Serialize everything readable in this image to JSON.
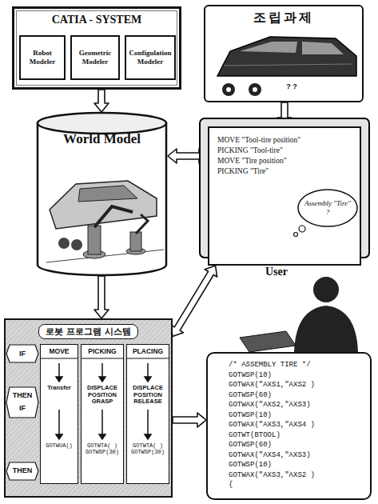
{
  "diagram": {
    "nodes": [
      {
        "text": [
          "CATIA - SYSTEM"
        ]
      },
      {
        "text": [
          "Robot Modeler"
        ],
        "in": 0
      },
      {
        "text": [
          "Geometric Modeler"
        ],
        "in": 0
      },
      {
        "text": [
          "Configulation Modeler"
        ],
        "in": 0
      },
      {
        "text": [
          "조립과제"
        ]
      },
      {
        "text": [
          "World Model"
        ]
      },
      {
        "text": [
          "MOVE \"Tool-tire position\"",
          "PICKING \"Tool-tire\"",
          "MOVE \"Tire position\"",
          "PICKING \"Tire\"",
          "User"
        ]
      },
      {
        "text": [
          "Assembly \"Tire\" ?"
        ],
        "in": 6
      },
      {
        "text": [
          "로봇 프로그램 시스템"
        ]
      },
      {
        "text": [
          "MOVE",
          "Transfer",
          "GOTWUA()"
        ],
        "in": 8
      },
      {
        "text": [
          "PICKING",
          "DISPLACE POSITION GRASP",
          "GOTWTA( ) GOTWSP(30)"
        ],
        "in": 8
      },
      {
        "text": [
          "PLACING",
          "DISPLACE POSITION RELEASE",
          "GOTWTA( ) GOTWSP(30)"
        ],
        "in": 8
      },
      {
        "text": [
          "/* ASSEMBLY TIRE */",
          "GOTWSP(10)",
          "GOTWAX(\"AXS1,\"AXS2 )",
          "GOTWSP(60)",
          "GOTWAX(\"AXS2,\"AXS3)",
          "GOTWSP(10)",
          "GOTWAX(\"AXS3,\"AXS4 )",
          "GOTWT(BTOOL)",
          "GOTWSP(60)",
          "GOTWAX(\"AXS4,\"AXS3)",
          "GOTWSP(10)",
          "GOTWAX(\"AXS3,\"AXS2 )",
          "{"
        ]
      }
    ],
    "edges": [
      {
        "from": 0,
        "to": 5,
        "arrow": "to"
      },
      {
        "from": 4,
        "to": 6,
        "arrow": "to"
      },
      {
        "from": 5,
        "to": 6,
        "arrow": "both"
      },
      {
        "from": 5,
        "to": 8,
        "arrow": "to"
      },
      {
        "from": 8,
        "to": 6,
        "arrow": "both"
      },
      {
        "from": 8,
        "to": 12,
        "arrow": "to"
      }
    ],
    "labels": [
      "? ?",
      "IF",
      "THEN",
      "IF",
      "THEN"
    ]
  }
}
